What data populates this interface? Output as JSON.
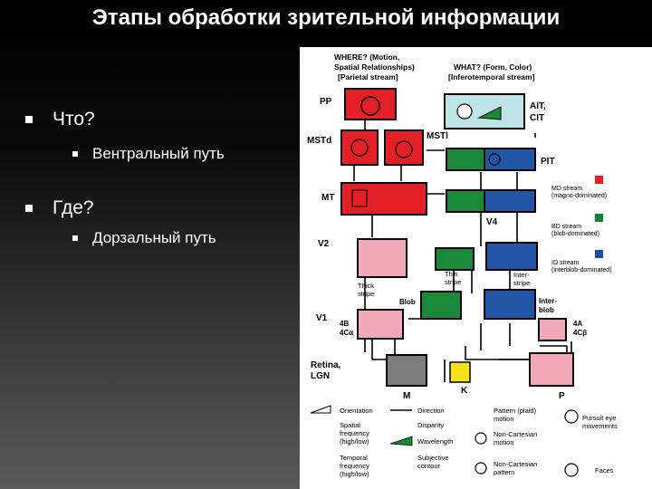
{
  "slide": {
    "title": "Этапы обработки зрительной информации",
    "bullets": [
      {
        "label": "Что?",
        "sub": "Вентральный путь"
      },
      {
        "label": "Где?",
        "sub": "Дорзальный путь"
      }
    ]
  },
  "diagram": {
    "where_header": "WHERE? (Motion,",
    "where_header2": "Spatial Relationships)",
    "where_header3": "[Parietal stream]",
    "what_header": "WHAT? (Form, Color)",
    "what_header2": "[Inferotemporal stream]",
    "areas": {
      "pp": "PP",
      "mstd": "MSTd",
      "mstl": "MSTl",
      "mt": "MT",
      "v2": "V2",
      "v1": "V1",
      "ait": "AIT,",
      "cit": "CIT",
      "pit": "PIT",
      "v4": "V4",
      "retina": "Retina,",
      "lgn": "LGN",
      "m": "M",
      "k": "K",
      "p": "P",
      "l4b": "4B",
      "l4ca": "4Cα",
      "l4a": "4A",
      "l4cb": "4Cβ",
      "thick": "Thick",
      "stripe1": "stripe",
      "thin": "Thin",
      "stripe2": "stripe",
      "inter": "Inter-",
      "stripe3": "stripe",
      "blob": "Blob",
      "interblob": "Inter-",
      "interblob2": "blob"
    },
    "legend_streams": [
      {
        "line1": "MD stream",
        "line2": "(magno-dominated)",
        "color": "#e32026"
      },
      {
        "line1": "BD stream",
        "line2": "(blob-dominated)",
        "color": "#1a7f3c"
      },
      {
        "line1": "ID stream",
        "line2": "(interblob-dominated)",
        "color": "#1f4ea0"
      }
    ],
    "key": {
      "orientation": "Orientation",
      "direction": "Direction",
      "pattern1": "Pattern (plaid)",
      "pattern2": "motion",
      "pursuit1": "Pursuit eye",
      "pursuit2": "movements",
      "spatial1": "Spatial",
      "spatial2": "frequency",
      "spatial3": "(high/low)",
      "disparity": "Disparity",
      "noncart1": "Non-Cartesian",
      "noncart2": "motion",
      "wavelength": "Wavelength",
      "temporal1": "Temporal",
      "temporal2": "frequency",
      "temporal3": "(high/low)",
      "subjective1": "Subjective",
      "subjective2": "contour",
      "noncartp1": "Non-Cartesian",
      "noncartp2": "pattern",
      "faces": "Faces"
    },
    "colors": {
      "red": "#e32026",
      "pink": "#f2a9b7",
      "green": "#1a8a3a",
      "blue": "#2456a8",
      "gray": "#7d7d7d",
      "yellow": "#f5e21b",
      "teal": "#bfe4e8"
    }
  }
}
